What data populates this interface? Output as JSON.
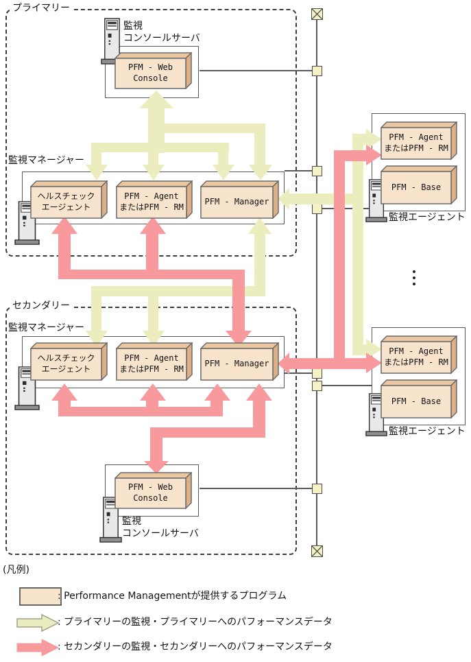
{
  "palette": {
    "program_fill": "#F8E3CD",
    "program_top": "#EAC6A1",
    "program_side": "#DEB088",
    "program_border": "#6A6A6A",
    "primary_arrow": "#ECEDBF",
    "secondary_arrow": "#F7999D",
    "line": "#595959",
    "connector_fill": "#F3F3C5"
  },
  "primary": {
    "section_label": "プライマリー",
    "console_server": {
      "name_line1": "監視",
      "name_line2": "コンソールサーバ",
      "program": "PFM - Web\nConsole"
    },
    "manager": {
      "machine_label": "監視マネージャー",
      "health_check": "ヘルスチェック\nエージェント",
      "agent": "PFM - Agent\nまたはPFM - RM",
      "manager": "PFM - Manager"
    }
  },
  "secondary": {
    "section_label": "セカンダリー",
    "manager": {
      "machine_label": "監視マネージャー",
      "health_check": "ヘルスチェック\nエージェント",
      "agent": "PFM - Agent\nまたはPFM - RM",
      "manager": "PFM - Manager"
    },
    "console_server": {
      "name_line1": "監視",
      "name_line2": "コンソールサーバ",
      "program": "PFM - Web\nConsole"
    }
  },
  "agent1": {
    "agent": "PFM - Agent\nまたはPFM - RM",
    "base": "PFM - Base",
    "machine_label": "監視エージェント"
  },
  "agent2": {
    "agent": "PFM - Agent\nまたはPFM - RM",
    "base": "PFM - Base",
    "machine_label": "監視エージェント"
  },
  "legend": {
    "title": "(凡例)",
    "program_label": ": Performance Managementが提供するプログラム",
    "primary_label": ": プライマリーの監視・プライマリーへのパフォーマンスデータ",
    "secondary_label": ": セカンダリーの監視・セカンダリーへのパフォーマンスデータ"
  }
}
